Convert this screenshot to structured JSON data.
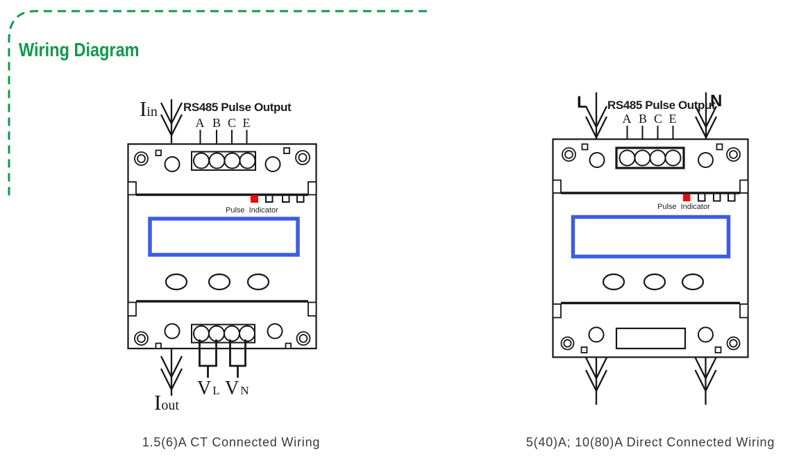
{
  "page": {
    "title": "Wiring Diagram"
  },
  "colors": {
    "accent_green": "#0e9a4a",
    "lcd_blue": "#3e5de0",
    "led_red": "#e90d0d",
    "line_black": "#161616",
    "caption_gray": "#3a3a3a"
  },
  "left_diagram": {
    "current_in_symbol": "I",
    "current_in_sub": "in",
    "rs485_label": "RS485 Pulse Output",
    "terminals": [
      "A",
      "B",
      "C",
      "E"
    ],
    "pulse_indicator_label": "Pulse Indicator",
    "voltage_l_symbol": "V",
    "voltage_l_sub": "L",
    "voltage_n_symbol": "V",
    "voltage_n_sub": "N",
    "current_out_symbol": "I",
    "current_out_sub": "out",
    "caption": "1.5(6)A CT Connected Wiring"
  },
  "right_diagram": {
    "live_label": "L",
    "neutral_label": "N",
    "rs485_label": "RS485 Pulse Output",
    "terminals": [
      "A",
      "B",
      "C",
      "E"
    ],
    "pulse_indicator_label": "Pulse Indicator",
    "caption": "5(40)A; 10(80)A Direct Connected Wiring"
  }
}
